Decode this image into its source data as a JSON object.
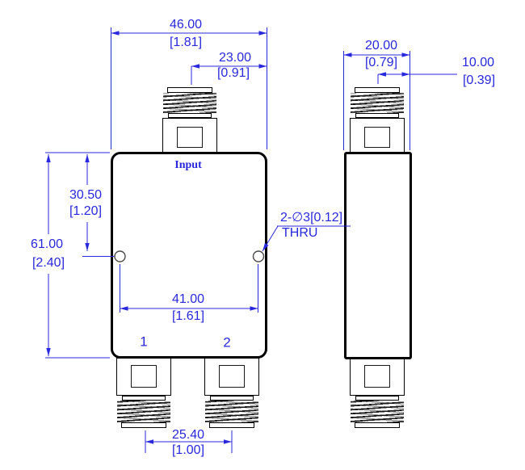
{
  "front_view": {
    "input_label": "Input",
    "port_labels": [
      "1",
      "2"
    ]
  },
  "dimensions": {
    "body_width": {
      "mm": "46.00",
      "in": "[1.81]"
    },
    "input_offset": {
      "mm": "23.00",
      "in": "[0.91]"
    },
    "body_height": {
      "mm": "61.00",
      "in": "[2.40]"
    },
    "hole_from_top": {
      "mm": "30.50",
      "in": "[1.20]"
    },
    "hole_spacing": {
      "mm": "41.00",
      "in": "[1.61]"
    },
    "port_spacing": {
      "mm": "25.40",
      "in": "[1.00]"
    },
    "body_depth": {
      "mm": "20.00",
      "in": "[0.79]"
    },
    "connector_offset": {
      "mm": "10.00",
      "in": "[0.39]"
    },
    "mounting_holes_note": {
      "line1": "2-∅3[0.12]",
      "line2": "THRU"
    }
  },
  "colors": {
    "dimension_blue": "#2828dc",
    "outline_black": "#000000",
    "hole_gray": "#4a4a4a"
  }
}
